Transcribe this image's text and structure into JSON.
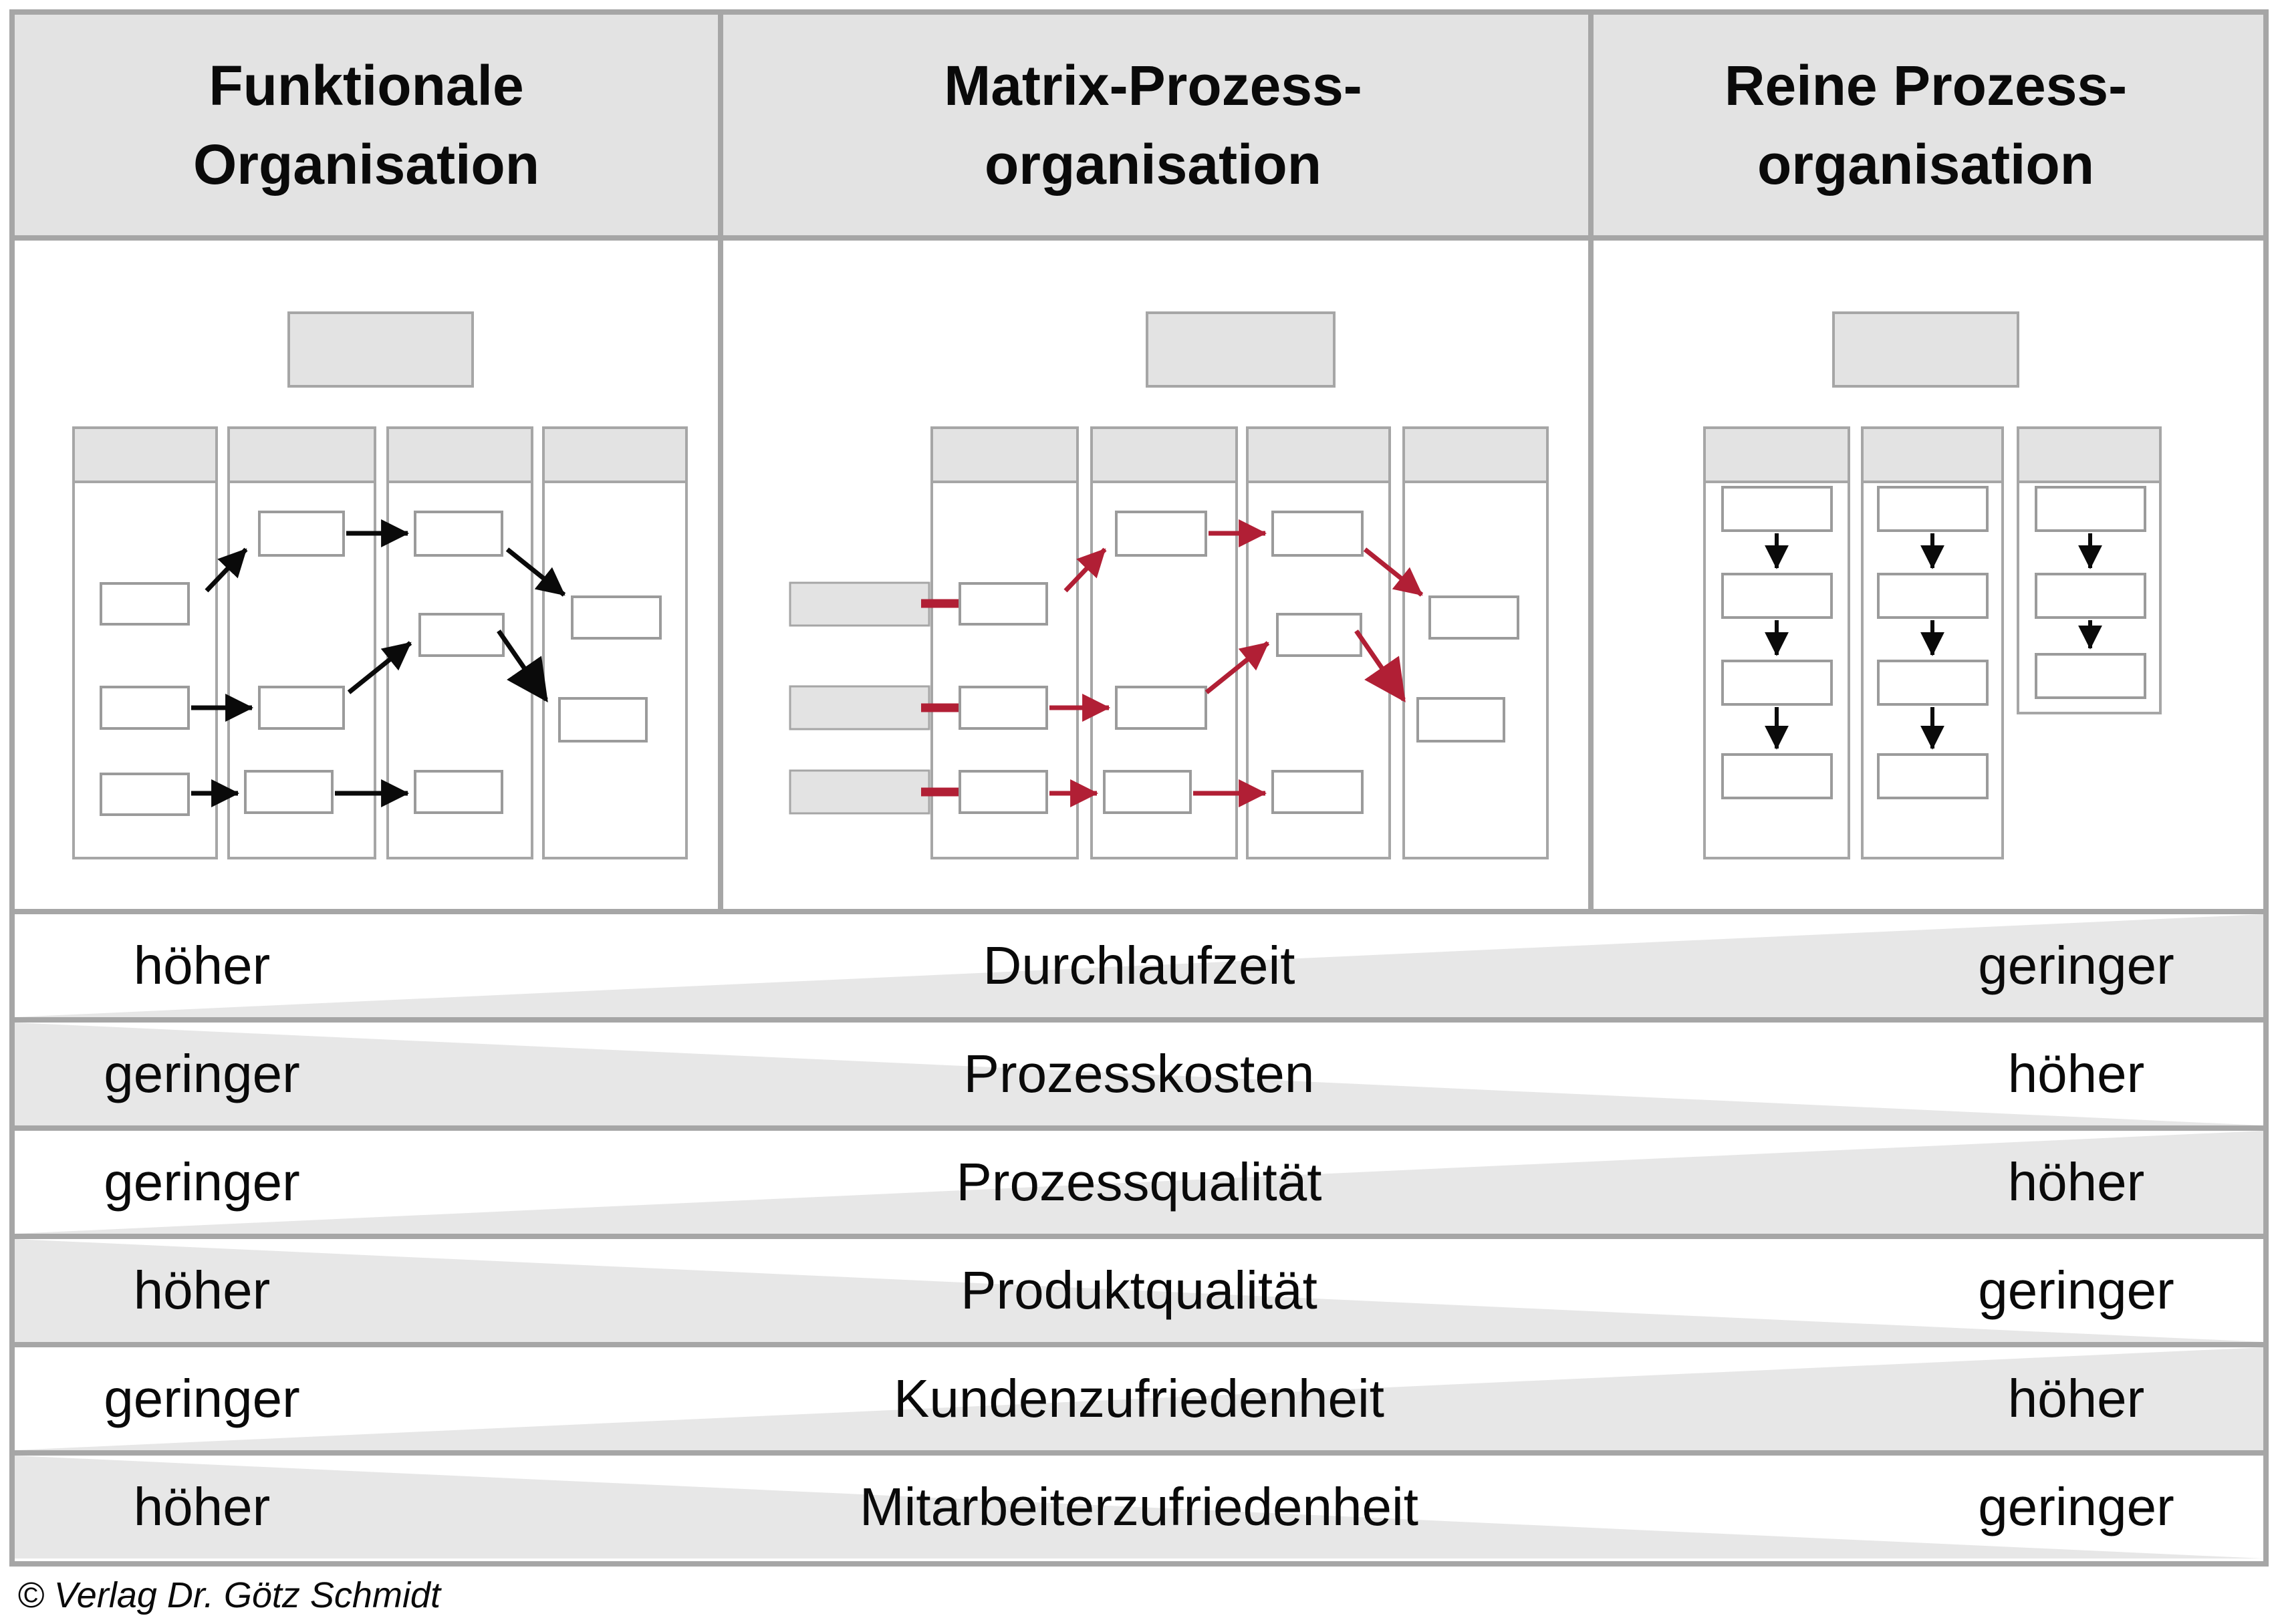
{
  "header": {
    "columns": [
      {
        "line1": "Funktionale",
        "line2": "Organisation"
      },
      {
        "line1": "Matrix-Prozess-",
        "line2": "organisation"
      },
      {
        "line1": "Reine Prozess-",
        "line2": "organisation"
      }
    ]
  },
  "comparison_rows": [
    {
      "metric": "Durchlaufzeit",
      "left": "höher",
      "right": "geringer",
      "wedge_direction": "increases-to-right"
    },
    {
      "metric": "Prozesskosten",
      "left": "geringer",
      "right": "höher",
      "wedge_direction": "decreases-to-right"
    },
    {
      "metric": "Prozessqualität",
      "left": "geringer",
      "right": "höher",
      "wedge_direction": "increases-to-right"
    },
    {
      "metric": "Produktqualität",
      "left": "höher",
      "right": "geringer",
      "wedge_direction": "decreases-to-right"
    },
    {
      "metric": "Kundenzufriedenheit",
      "left": "geringer",
      "right": "höher",
      "wedge_direction": "increases-to-right"
    },
    {
      "metric": "Mitarbeiterzufriedenheit",
      "left": "höher",
      "right": "geringer",
      "wedge_direction": "decreases-to-right"
    }
  ],
  "footer": {
    "copyright": "© Verlag Dr. Götz Schmidt"
  },
  "colors": {
    "accent_red": "#b11f35",
    "arrow_black": "#0a0a0a",
    "panel_gray": "#e3e3e3",
    "wedge_gray": "#e7e7e7",
    "border_gray": "#a6a6a6",
    "box_border_gray": "#9b9b9b"
  }
}
